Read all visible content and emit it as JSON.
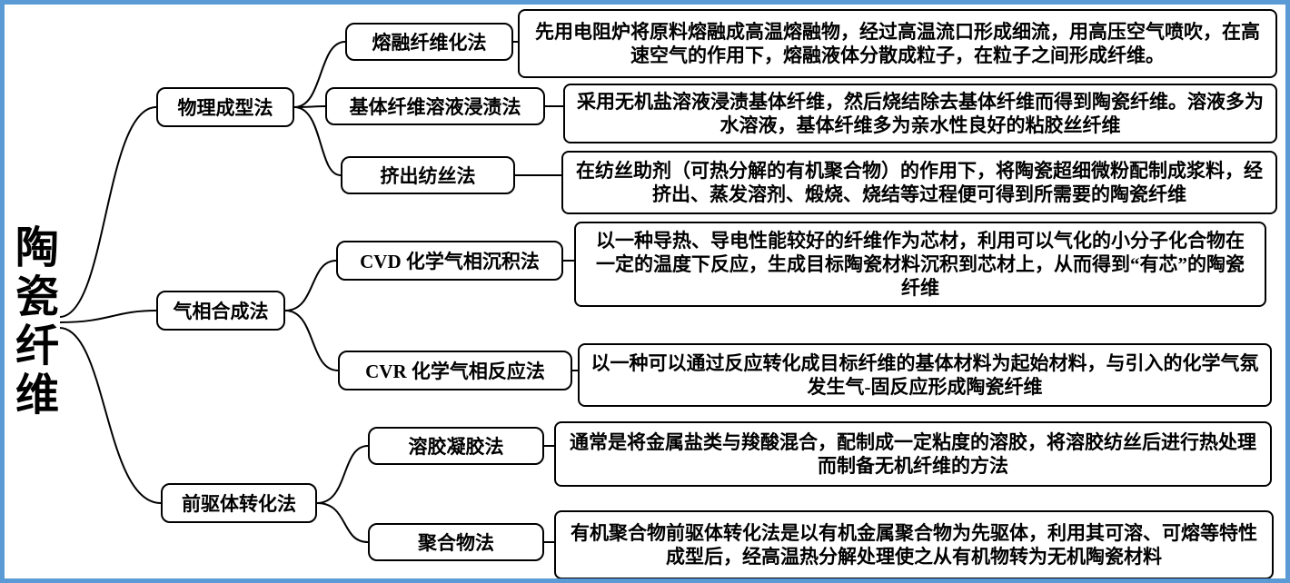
{
  "root": {
    "label": "陶瓷纤维"
  },
  "branches": [
    {
      "label": "物理成型法",
      "children": [
        {
          "label": "熔融纤维化法",
          "desc": "先用电阻炉将原料熔融成高温熔融物，经过高温流口形成细流，用高压空气喷吹，在高速空气的作用下，熔融液体分散成粒子，在粒子之间形成纤维。"
        },
        {
          "label": "基体纤维溶液浸渍法",
          "desc": "采用无机盐溶液浸渍基体纤维，然后烧结除去基体纤维而得到陶瓷纤维。溶液多为水溶液，基体纤维多为亲水性良好的粘胶丝纤维"
        },
        {
          "label": "挤出纺丝法",
          "desc": "在纺丝助剂（可热分解的有机聚合物）的作用下，将陶瓷超细微粉配制成浆料，经挤出、蒸发溶剂、煅烧、烧结等过程便可得到所需要的陶瓷纤维"
        }
      ]
    },
    {
      "label": "气相合成法",
      "children": [
        {
          "label": "CVD 化学气相沉积法",
          "desc": "以一种导热、导电性能较好的纤维作为芯材，利用可以气化的小分子化合物在一定的温度下反应，生成目标陶瓷材料沉积到芯材上，从而得到“有芯”的陶瓷纤维"
        },
        {
          "label": "CVR 化学气相反应法",
          "desc": "以一种可以通过反应转化成目标纤维的基体材料为起始材料，与引入的化学气氛发生气-固反应形成陶瓷纤维"
        }
      ]
    },
    {
      "label": "前驱体转化法",
      "children": [
        {
          "label": "溶胶凝胶法",
          "desc": "通常是将金属盐类与羧酸混合，配制成一定粘度的溶胶，将溶胶纺丝后进行热处理而制备无机纤维的方法"
        },
        {
          "label": "聚合物法",
          "desc": "有机聚合物前驱体转化法是以有机金属聚合物为先驱体，利用其可溶、可熔等特性成型后，经高温热分解处理使之从有机物转为无机陶瓷材料"
        }
      ]
    }
  ],
  "colors": {
    "frame_border": "#5b9bd5",
    "box_border": "#000000",
    "connector": "#000000",
    "background": "#ffffff"
  }
}
